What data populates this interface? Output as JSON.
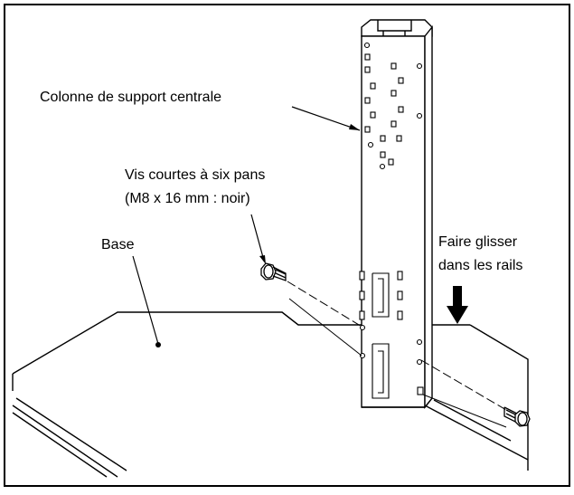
{
  "labels": {
    "column": "Colonne de support centrale",
    "screws_line1": "Vis courtes à six pans",
    "screws_line2": "(M8 x 16 mm : noir)",
    "base": "Base",
    "slide_line1": "Faire glisser",
    "slide_line2": "dans les rails"
  }
}
